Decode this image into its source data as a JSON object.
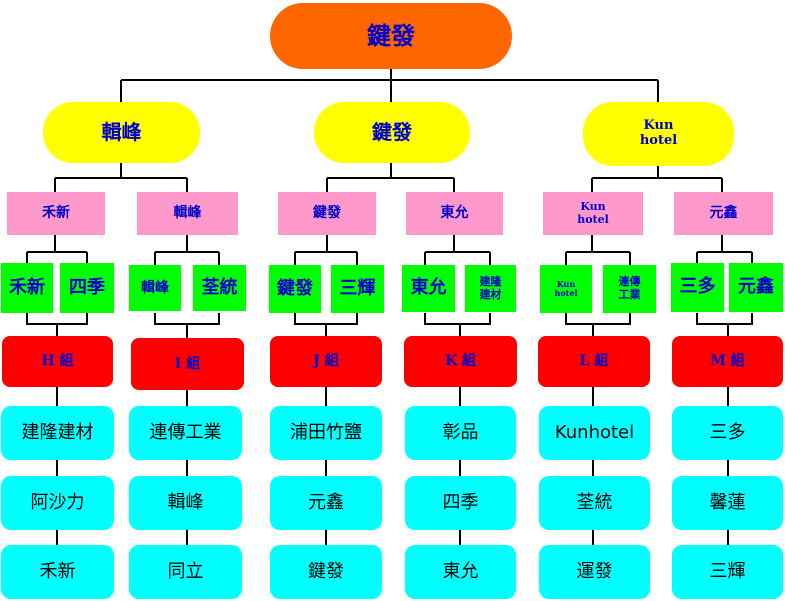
{
  "root": {
    "label": "鍵發"
  },
  "level1": [
    {
      "label": "輯峰"
    },
    {
      "label": "鍵發"
    },
    {
      "label": "Kun\nhotel"
    }
  ],
  "level2": [
    {
      "label": "禾新"
    },
    {
      "label": "輯峰"
    },
    {
      "label": "鍵發"
    },
    {
      "label": "東允"
    },
    {
      "label": "Kun\nhotel"
    },
    {
      "label": "元鑫"
    }
  ],
  "leaves": [
    {
      "label": "禾新"
    },
    {
      "label": "四季"
    },
    {
      "label": "輯峰"
    },
    {
      "label": "荃統"
    },
    {
      "label": "鍵發"
    },
    {
      "label": "三輝"
    },
    {
      "label": "東允"
    },
    {
      "label": "建隆\n建材"
    },
    {
      "label": "Kun\nhotel"
    },
    {
      "label": "連傳\n工業"
    },
    {
      "label": "三多"
    },
    {
      "label": "元鑫"
    }
  ],
  "groups": [
    {
      "label": "H  組",
      "members": [
        "建隆建材",
        "阿沙力",
        "禾新"
      ]
    },
    {
      "label": "I 組",
      "members": [
        "連傳工業",
        "輯峰",
        "同立"
      ]
    },
    {
      "label": "J  組",
      "members": [
        "浦田竹鹽",
        "元鑫",
        "鍵發"
      ]
    },
    {
      "label": "K  組",
      "members": [
        "彰品",
        "四季",
        "東允"
      ]
    },
    {
      "label": "L 組",
      "members": [
        "Kunhotel",
        "荃統",
        "運發"
      ]
    },
    {
      "label": "M  組",
      "members": [
        "三多",
        "馨蓮",
        "三輝"
      ]
    }
  ],
  "colors": {
    "root": "#ff6600",
    "level1": "#ffff00",
    "level2": "#ff99cc",
    "leaf": "#00ff00",
    "group": "#ff0000",
    "member": "#00ffff",
    "text": "#0000cc",
    "line": "#000000"
  }
}
